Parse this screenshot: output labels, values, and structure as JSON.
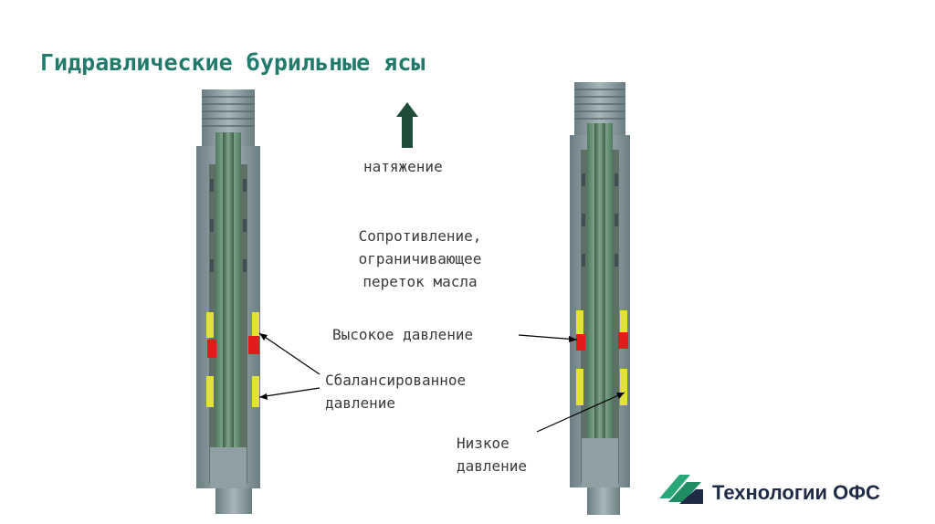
{
  "title": "Гидравлические бурильные ясы",
  "labels": {
    "tension": "натяжение",
    "resistance_line1": "Сопротивление,",
    "resistance_line2": "ограничивающее",
    "resistance_line3": "переток масла",
    "high_pressure": "Высокое давление",
    "balanced_line1": "Сбалансированное",
    "balanced_line2": "давление",
    "low_line1": "Низкое",
    "low_line2": "давление"
  },
  "logo": {
    "text": "Технологии ОФС",
    "icon": "ofs-logo-icon"
  },
  "colors": {
    "title": "#227a6a",
    "tool_body": "#7f9296",
    "tool_dark": "#54676b",
    "mandrel": "#5f8a6e",
    "yellow": "#e3e334",
    "red": "#e11b1b",
    "arrow": "#1f4d3a",
    "logo_green": "#2aa779",
    "logo_navy": "#1f2a44"
  }
}
